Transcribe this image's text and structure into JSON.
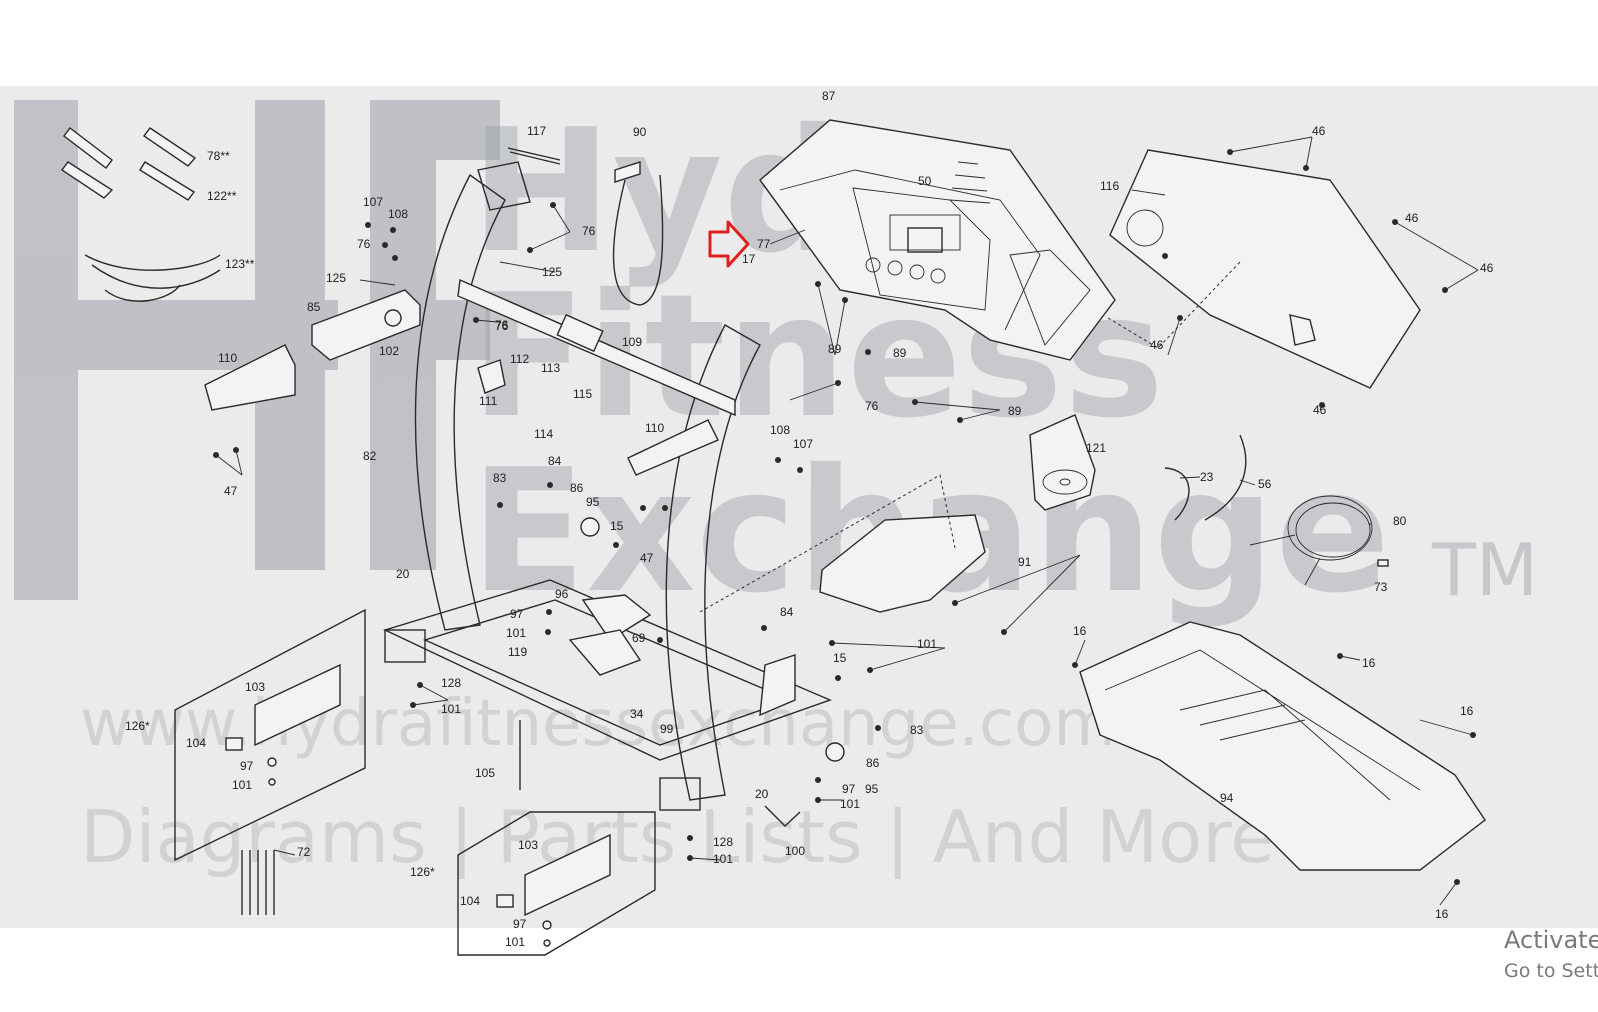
{
  "watermark": {
    "brand_lines": [
      "Hydra",
      "Fitness",
      "Exchange"
    ],
    "trademark": "TM",
    "url": "www.hydrafitnessexchange.com",
    "tagline": "Diagrams | Parts Lists | And More"
  },
  "highlight": {
    "color": "#e02020",
    "target_part": "77"
  },
  "part_labels": [
    "87",
    "46",
    "116",
    "46",
    "46",
    "46",
    "46",
    "50",
    "77",
    "17",
    "89",
    "89",
    "76",
    "89",
    "121",
    "23",
    "56",
    "80",
    "73",
    "91",
    "84",
    "15",
    "101",
    "16",
    "16",
    "16",
    "16",
    "94",
    "83",
    "86",
    "95",
    "97",
    "101",
    "20",
    "100",
    "128",
    "101",
    "117",
    "90",
    "76",
    "76",
    "125",
    "108",
    "107",
    "76",
    "125",
    "85",
    "102",
    "76",
    "109",
    "112",
    "113",
    "111",
    "115",
    "114",
    "110",
    "82",
    "110",
    "108",
    "107",
    "47",
    "47",
    "84",
    "83",
    "86",
    "95",
    "15",
    "20",
    "96",
    "97",
    "101",
    "119",
    "69",
    "128",
    "101",
    "34",
    "99",
    "105",
    "103",
    "126*",
    "104",
    "97",
    "101",
    "72",
    "103",
    "126*",
    "104",
    "97",
    "101",
    "78**",
    "122**",
    "123**"
  ],
  "os_overlay": {
    "line1": "Activate Windows",
    "line2": "Go to Settings to activate Windows."
  }
}
